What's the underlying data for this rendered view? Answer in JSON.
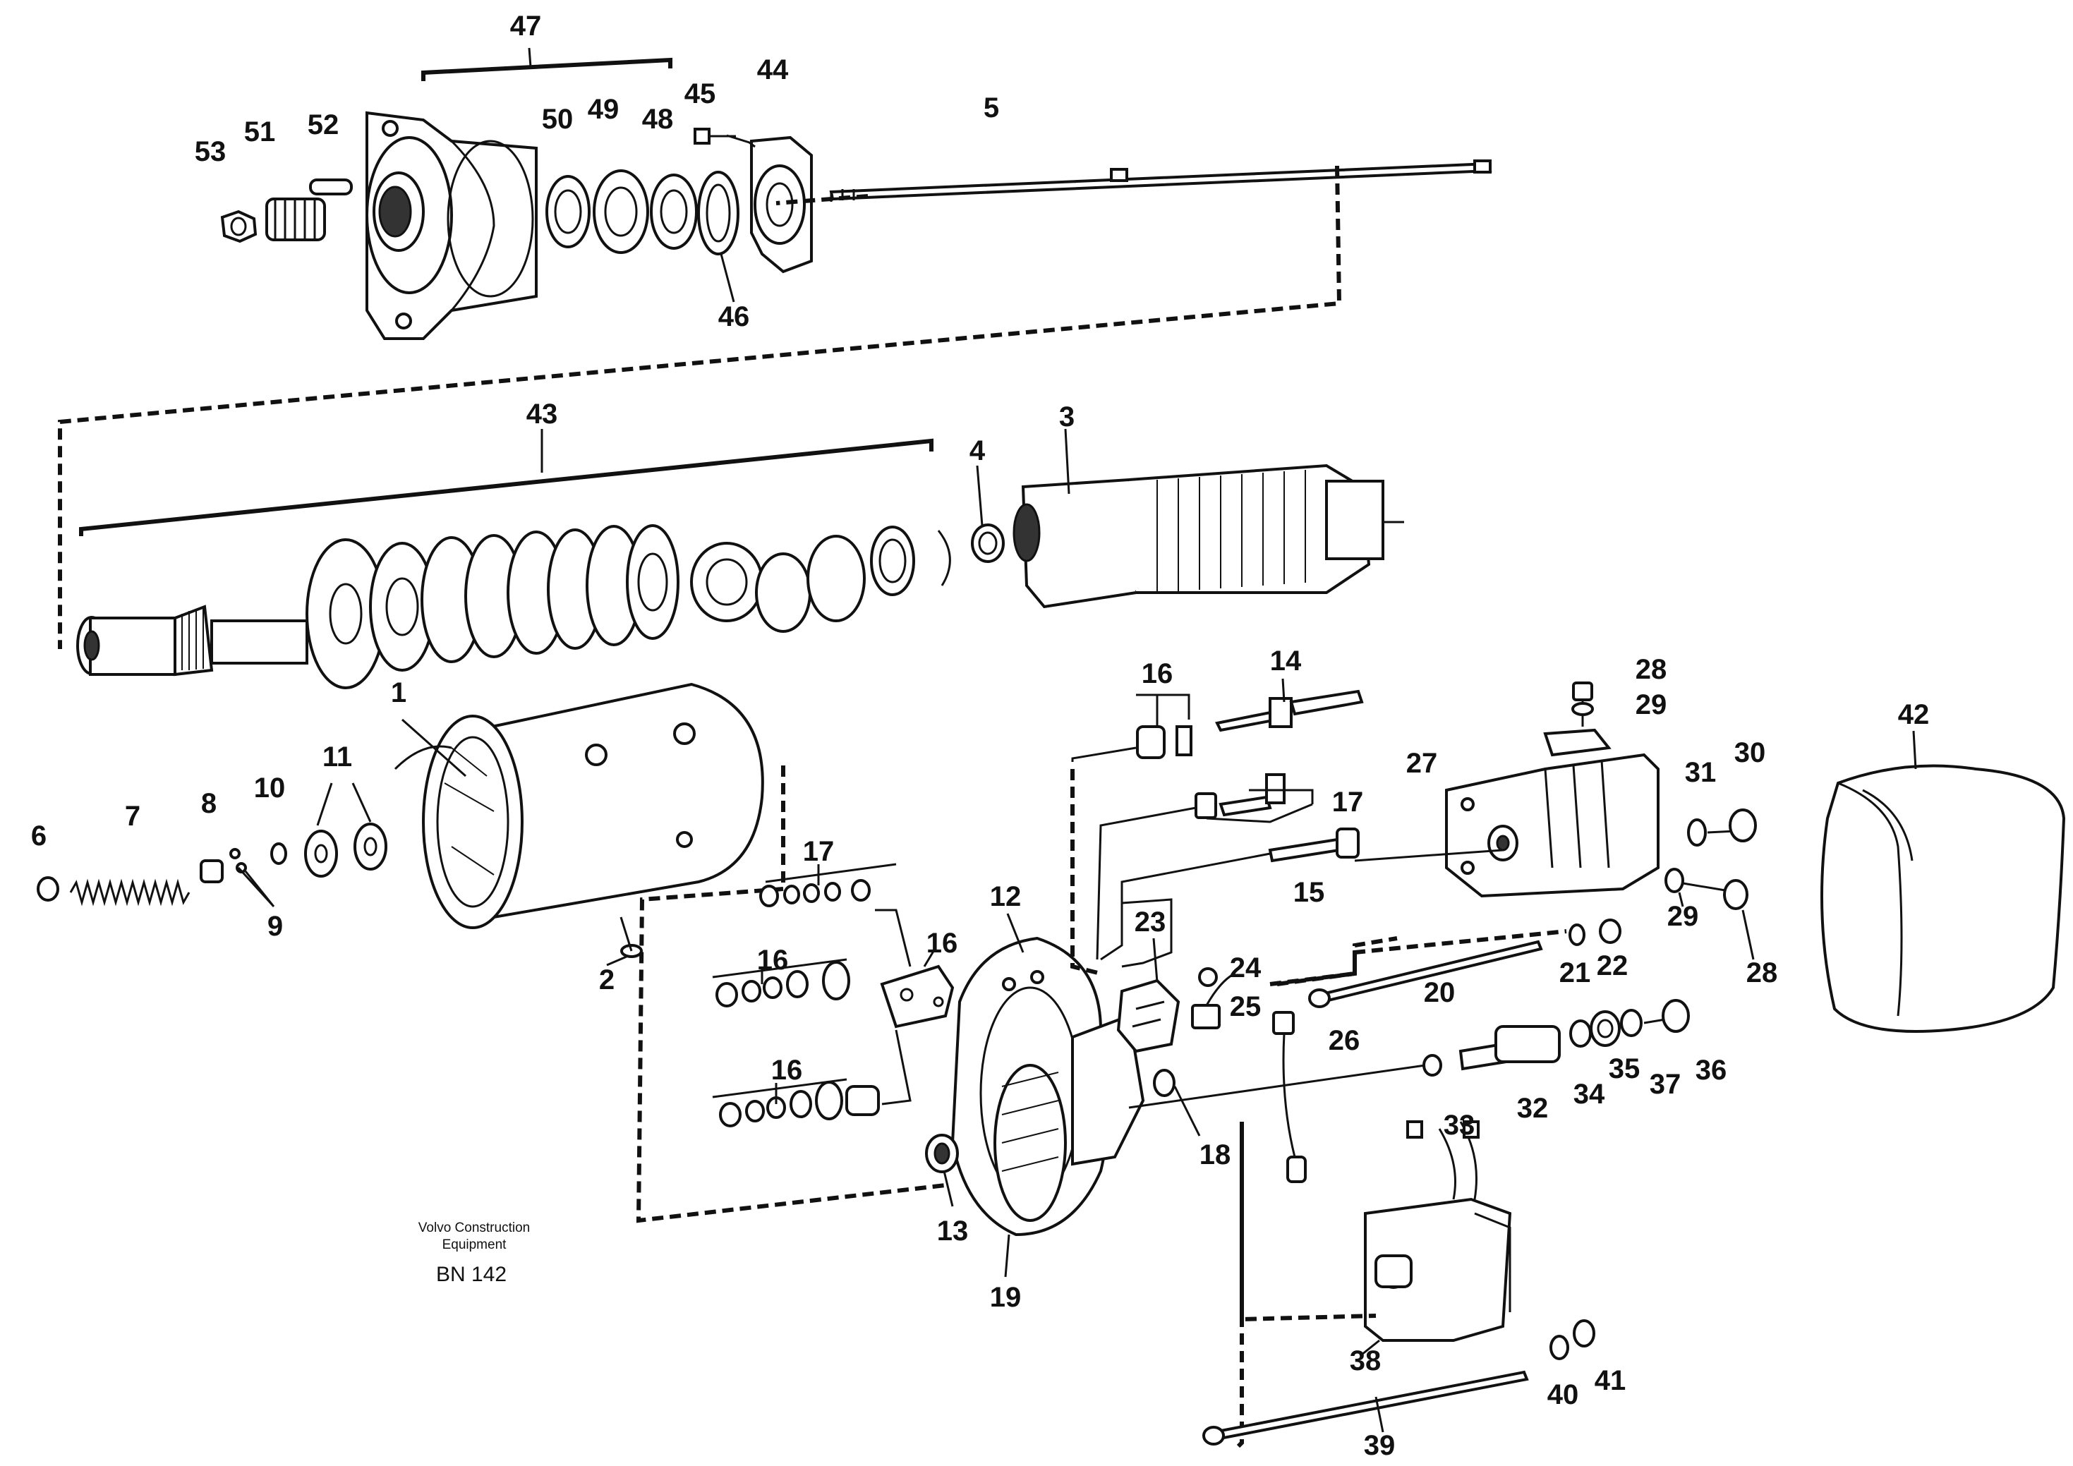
{
  "figure": {
    "caption_line1": "Volvo Construction",
    "caption_line2": "Equipment",
    "drawing_number": "BN 142"
  },
  "callouts": [
    {
      "id": "c47",
      "text": "47"
    },
    {
      "id": "c53",
      "text": "53"
    },
    {
      "id": "c51",
      "text": "51"
    },
    {
      "id": "c52",
      "text": "52"
    },
    {
      "id": "c50",
      "text": "50"
    },
    {
      "id": "c49",
      "text": "49"
    },
    {
      "id": "c48",
      "text": "48"
    },
    {
      "id": "c45",
      "text": "45"
    },
    {
      "id": "c44",
      "text": "44"
    },
    {
      "id": "c5",
      "text": "5"
    },
    {
      "id": "c46",
      "text": "46"
    },
    {
      "id": "c43",
      "text": "43"
    },
    {
      "id": "c4",
      "text": "4"
    },
    {
      "id": "c3",
      "text": "3"
    },
    {
      "id": "c1",
      "text": "1"
    },
    {
      "id": "c11",
      "text": "11"
    },
    {
      "id": "c6",
      "text": "6"
    },
    {
      "id": "c7",
      "text": "7"
    },
    {
      "id": "c8",
      "text": "8"
    },
    {
      "id": "c10",
      "text": "10"
    },
    {
      "id": "c9",
      "text": "9"
    },
    {
      "id": "c2",
      "text": "2"
    },
    {
      "id": "c17a",
      "text": "17"
    },
    {
      "id": "c16a",
      "text": "16"
    },
    {
      "id": "c16b",
      "text": "16"
    },
    {
      "id": "c16c",
      "text": "16"
    },
    {
      "id": "c12",
      "text": "12"
    },
    {
      "id": "c13",
      "text": "13"
    },
    {
      "id": "c19",
      "text": "19"
    },
    {
      "id": "c16d",
      "text": "16"
    },
    {
      "id": "c14",
      "text": "14"
    },
    {
      "id": "c17b",
      "text": "17"
    },
    {
      "id": "c15",
      "text": "15"
    },
    {
      "id": "c23",
      "text": "23"
    },
    {
      "id": "c24",
      "text": "24"
    },
    {
      "id": "c25",
      "text": "25"
    },
    {
      "id": "c26",
      "text": "26"
    },
    {
      "id": "c18",
      "text": "18"
    },
    {
      "id": "c20",
      "text": "20"
    },
    {
      "id": "c21",
      "text": "21"
    },
    {
      "id": "c22",
      "text": "22"
    },
    {
      "id": "c28a",
      "text": "28"
    },
    {
      "id": "c29a",
      "text": "29"
    },
    {
      "id": "c27",
      "text": "27"
    },
    {
      "id": "c31",
      "text": "31"
    },
    {
      "id": "c30",
      "text": "30"
    },
    {
      "id": "c29b",
      "text": "29"
    },
    {
      "id": "c28b",
      "text": "28"
    },
    {
      "id": "c42",
      "text": "42"
    },
    {
      "id": "c33",
      "text": "33"
    },
    {
      "id": "c32",
      "text": "32"
    },
    {
      "id": "c34",
      "text": "34"
    },
    {
      "id": "c35",
      "text": "35"
    },
    {
      "id": "c37",
      "text": "37"
    },
    {
      "id": "c36",
      "text": "36"
    },
    {
      "id": "c38",
      "text": "38"
    },
    {
      "id": "c40",
      "text": "40"
    },
    {
      "id": "c41",
      "text": "41"
    },
    {
      "id": "c39",
      "text": "39"
    }
  ]
}
